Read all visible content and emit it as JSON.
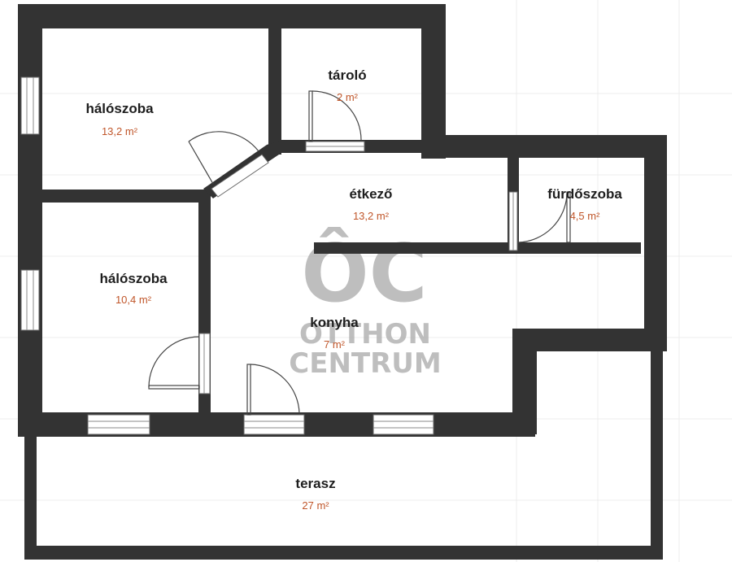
{
  "rooms": [
    {
      "id": "haloszoba-1",
      "name": "hálószoba",
      "area": "13,2 m²"
    },
    {
      "id": "tarolo",
      "name": "tároló",
      "area": "2 m²"
    },
    {
      "id": "etkezo",
      "name": "étkező",
      "area": "13,2 m²"
    },
    {
      "id": "furdoszoba",
      "name": "fürdőszoba",
      "area": "4,5 m²"
    },
    {
      "id": "haloszoba-2",
      "name": "hálószoba",
      "area": "10,4 m²"
    },
    {
      "id": "konyha",
      "name": "konyha",
      "area": "7 m²"
    },
    {
      "id": "terasz",
      "name": "terasz",
      "area": "27 m²"
    }
  ],
  "watermark": {
    "mark": "ÔC",
    "line1": "OTTHON",
    "line2": "CENTRUM"
  },
  "colors": {
    "wall": "#333333",
    "area_text": "#c0562a",
    "watermark": "#a9a9a9"
  }
}
